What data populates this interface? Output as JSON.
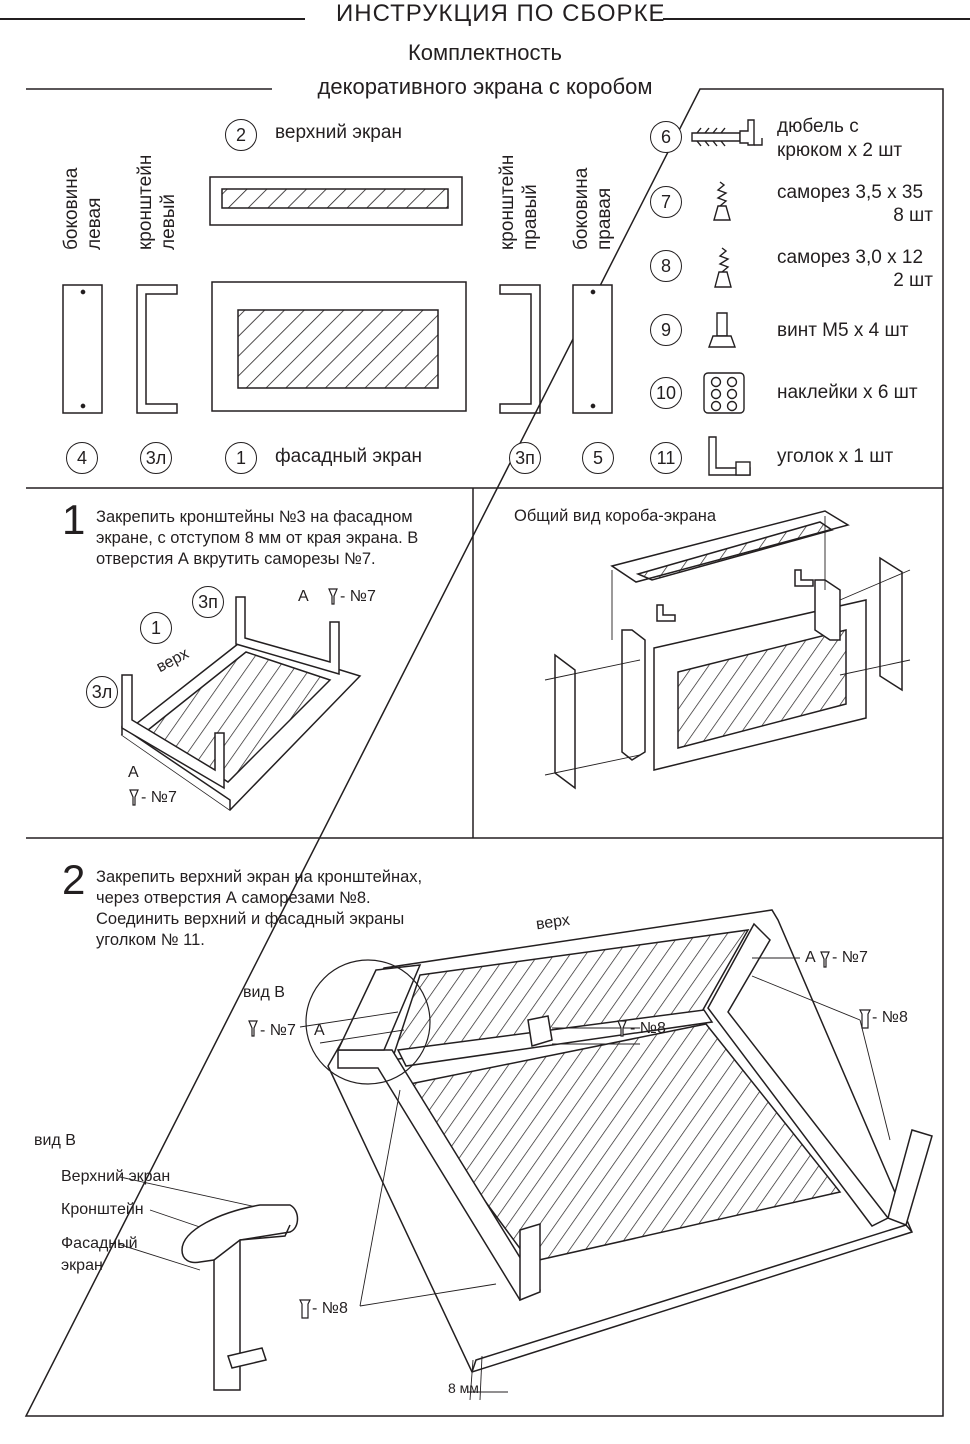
{
  "header": {
    "title": "ИНСТРУКЦИЯ ПО СБОРКЕ",
    "subtitle_line1": "Комплектность",
    "subtitle_line2": "декоративного экрана с коробом"
  },
  "parts": {
    "p2": {
      "num": "2",
      "label": "верхний экран"
    },
    "p1": {
      "num": "1",
      "label": "фасадный экран"
    },
    "p4": {
      "num": "4",
      "label_line1": "боковина",
      "label_line2": "левая"
    },
    "p3l": {
      "num": "3л",
      "label_line1": "кронштейн",
      "label_line2": "левый"
    },
    "p3p": {
      "num": "3п",
      "label_line1": "кронштейн",
      "label_line2": "правый"
    },
    "p5": {
      "num": "5",
      "label_line1": "боковина",
      "label_line2": "правая"
    },
    "p6": {
      "num": "6",
      "label_line1": "дюбель с",
      "label_line2": "крюком х 2 шт",
      "icon": "dowel-hook-icon"
    },
    "p7": {
      "num": "7",
      "label_line1": "саморез 3,5 х 35",
      "label_line2": "8 шт",
      "icon": "screw-icon"
    },
    "p8": {
      "num": "8",
      "label_line1": "саморез 3,0 х 12",
      "label_line2": "2 шт",
      "icon": "screw-icon"
    },
    "p9": {
      "num": "9",
      "label": "винт М5 х 4 шт",
      "icon": "bolt-icon"
    },
    "p10": {
      "num": "10",
      "label": "наклейки х 6 шт",
      "icon": "stickers-icon"
    },
    "p11": {
      "num": "11",
      "label": "уголок х 1 шт",
      "icon": "corner-bracket-icon"
    }
  },
  "step1": {
    "num": "1",
    "text_line1": "Закрепить кронштейны №3 на фасадном",
    "text_line2": "экране, с отступом 8 мм от края экрана. В",
    "text_line3": "отверстия А вкрутить саморезы №7.",
    "callout_3p": "3п",
    "callout_1": "1",
    "callout_3l": "3л",
    "label_verh": "верх",
    "label_a_top": "А",
    "label_a_bottom": "А",
    "screw_label_top": "- №7",
    "screw_label_bottom": "- №7"
  },
  "general_view": {
    "title": "Общий вид короба-экрана"
  },
  "step2": {
    "num": "2",
    "text_line1": "Закрепить верхний экран на кронштейнах,",
    "text_line2": "через отверстия А саморезами №8.",
    "text_line3": "Соединить верхний и фасадный экраны",
    "text_line4": "уголком № 11.",
    "label_verh": "верх",
    "label_vid_b_top": "вид В",
    "label_vid_b": "вид В",
    "screw7_left": "- №7",
    "screw7_right": "- №7",
    "label_a_left": "А",
    "label_a_right": "А",
    "screw8_center": "- №8",
    "screw8_right": "- №8",
    "screw8_bottom": "- №8",
    "dim_8mm": "8 мм",
    "detail_top_screen": "Верхний экран",
    "detail_bracket": "Кронштейн",
    "detail_front_line1": "Фасадный",
    "detail_front_line2": "экран"
  }
}
